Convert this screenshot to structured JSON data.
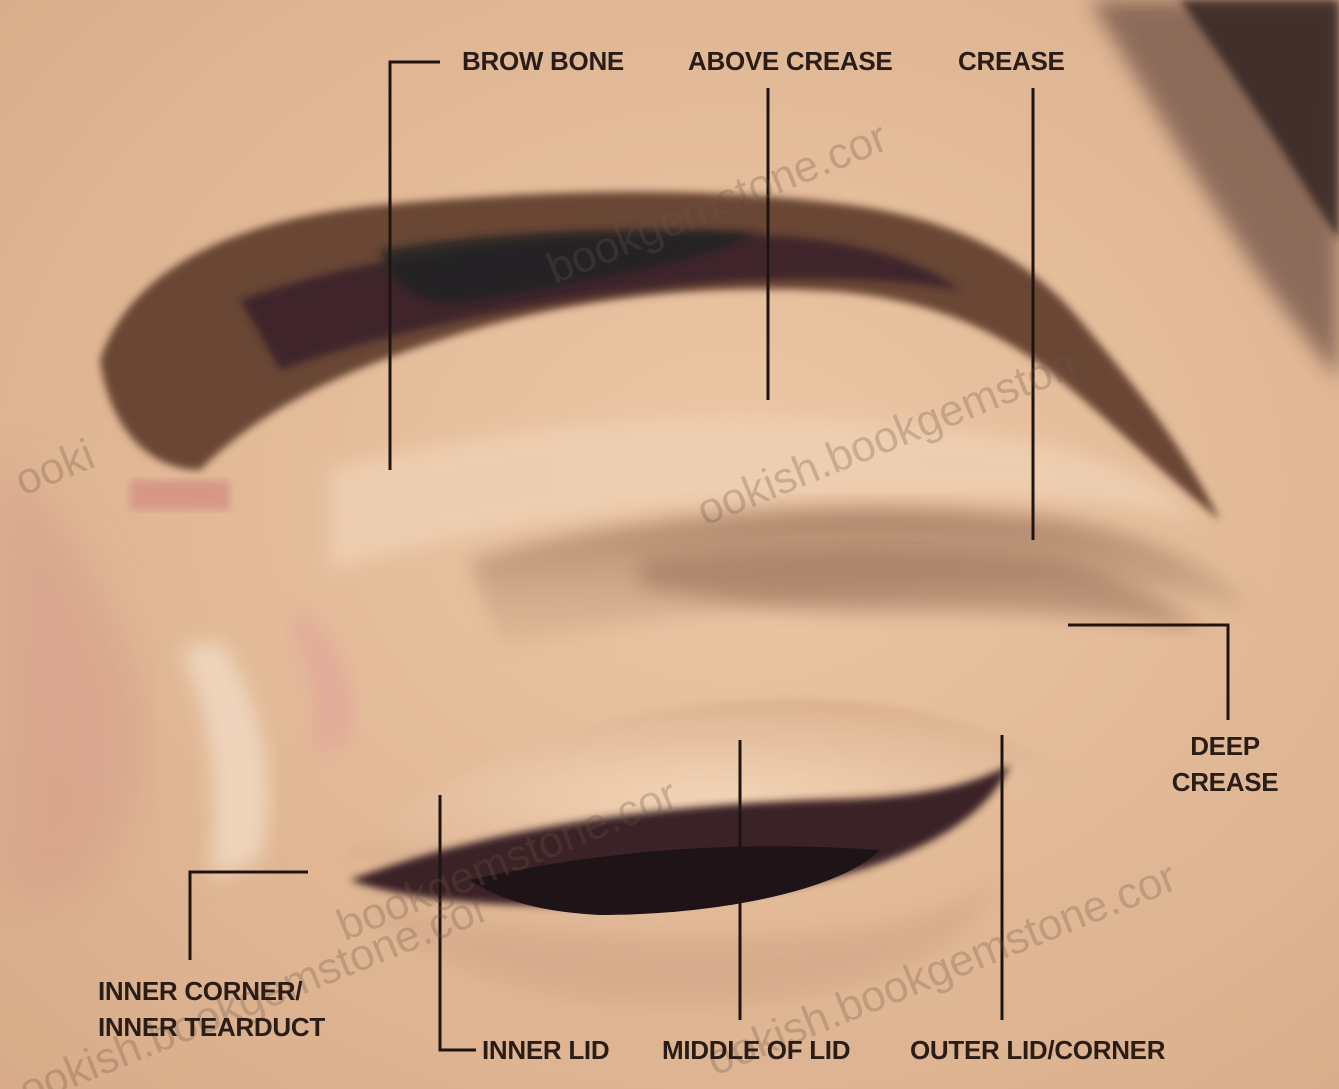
{
  "diagram": {
    "labels": {
      "brow_bone": "BROW BONE",
      "above_crease": "ABOVE CREASE",
      "crease": "CREASE",
      "deep_crease_line1": "DEEP",
      "deep_crease_line2": "CREASE",
      "inner_corner_line1": "INNER CORNER/",
      "inner_corner_line2": "INNER TEARDUCT",
      "inner_lid": "INNER LID",
      "middle_of_lid": "MIDDLE OF LID",
      "outer_lid": "OUTER LID/CORNER"
    },
    "watermarks": {
      "mark_a": "bookgemstone.cor",
      "mark_b": "ookish.bookgemston",
      "mark_c": "ooki",
      "mark_d": "bookgemstone.cor",
      "mark_e": "ookish.bookgemstone.cor",
      "mark_f": "ookish.bookgemstone.cor"
    }
  },
  "colors": {
    "skin": "#e0b896",
    "shadow": "#a47c63",
    "brow": "#5a3a2c",
    "lash": "#2b1b1e",
    "pointer_line": "#1f1410"
  }
}
